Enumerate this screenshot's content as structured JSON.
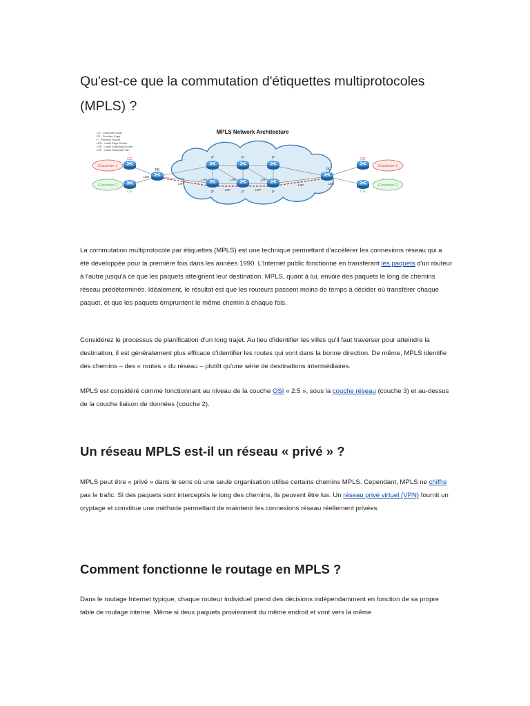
{
  "article": {
    "title": "Qu'est-ce que la commutation d'étiquettes multiprotocoles (MPLS) ?",
    "figure": {
      "heading": "MPLS Network Architecture",
      "legend": [
        "CE - Customer Edge",
        "PE - Provider Edge",
        "P - Provider Router",
        "LER - Label Edge Router",
        "LSR - Label Switching Router",
        "LSP - Label Switched Path"
      ],
      "labels": {
        "ce": "CE",
        "pe": "PE",
        "p": "P",
        "ler": "LER",
        "lsr": "LSR",
        "lsp": "LSP",
        "customer1": "Customer 1",
        "customer2": "Customer 2"
      }
    },
    "p1": {
      "a": "La commutation multiprotocole par étiquettes (MPLS) est une technique permettant d'accélérer les connexions réseau qui a été développée pour la première fois dans les années 1990. L'Internet public fonctionne en transférant ",
      "link": "les paquets",
      "b": " d'un routeur à l'autre jusqu'à ce que les paquets atteignent leur destination. MPLS, quant à lui, envoie des paquets le long de chemins réseau prédéterminés. Idéalement, le résultat est que les routeurs passent moins de temps à décider où transférer chaque paquet, et que les paquets empruntent le même chemin à chaque fois."
    },
    "p2": "Considérez le processus de planification d'un long trajet. Au lieu d'identifier les villes qu'il faut traverser pour atteindre la destination, il est généralement plus efficace d'identifier les routes qui vont dans la bonne direction. De même, MPLS identifie des chemins – des « routes » du réseau – plutôt qu'une série de destinations intermédiaires.",
    "p3": {
      "a": "MPLS est considéré comme fonctionnant au niveau de la couche ",
      "link1": "OSI",
      "b": " « 2.5 », sous la ",
      "link2": "couche réseau",
      "c": " (couche 3) et au-dessus de la couche liaison de données (couche 2)."
    },
    "h2a": "Un réseau MPLS est-il un réseau « privé » ?",
    "p4": {
      "a": "MPLS peut être « privé » dans le sens où une seule organisation utilise certains chemins MPLS. Cependant, MPLS ne ",
      "link1": "chiffre",
      "b": " pas le trafic. Si des paquets sont interceptés le long des chemins, ils peuvent être lus. Un ",
      "link2": "réseau privé virtuel (VPN)",
      "c": " fournit un cryptage et constitue une méthode permettant de maintenir les connexions réseau réellement privées."
    },
    "h2b": "Comment fonctionne le routage en MPLS ?",
    "p5": "Dans le routage Internet typique, chaque routeur individuel prend des décisions indépendamment en fonction de sa propre table de routage interne. Même si deux paquets proviennent du même endroit et vont vers la même"
  },
  "colors": {
    "link": "#0645ad",
    "cloud_fill": "#dcecf7",
    "cloud_stroke": "#3d7eb8",
    "router": "#3d84c6",
    "customer1": "#d9534f",
    "customer2": "#5cb85c",
    "lsp_path": "#c9302c"
  },
  "icons": [
    "router-icon",
    "cloud-icon",
    "customer-cloud-icon"
  ]
}
